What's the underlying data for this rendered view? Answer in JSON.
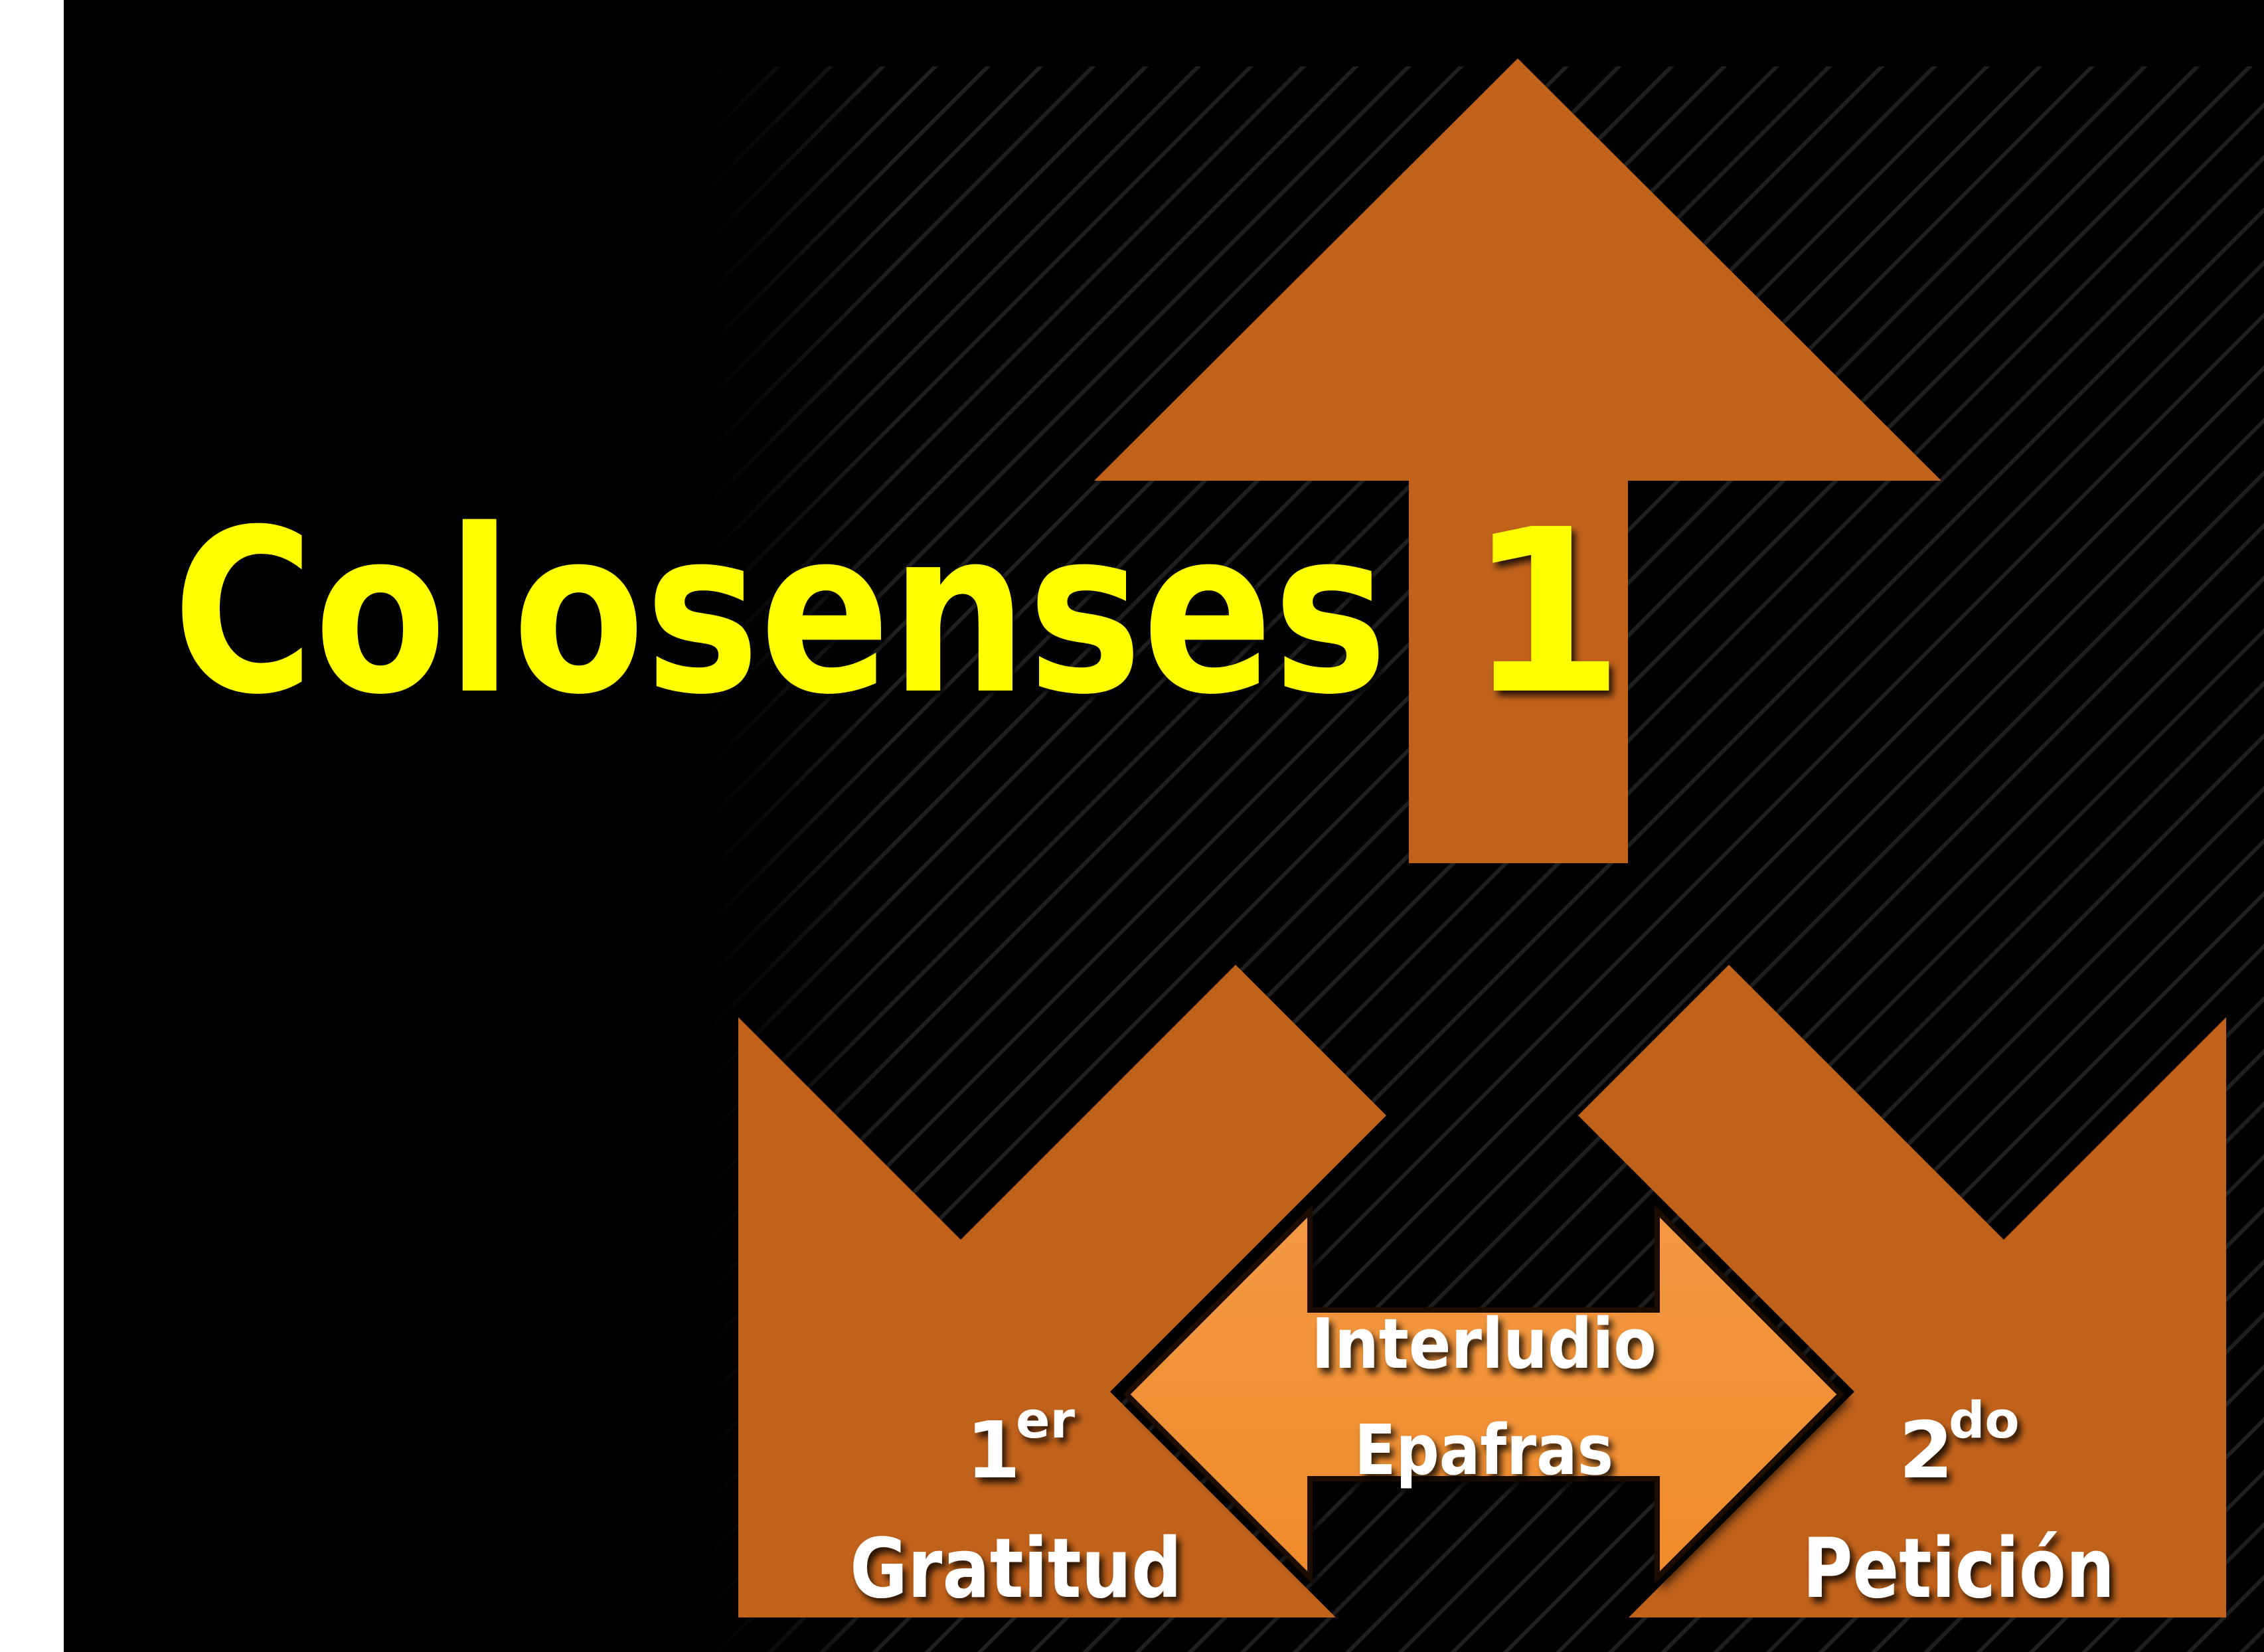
{
  "title": {
    "word": "Colosenses",
    "number": "1"
  },
  "left_label": {
    "ordinal_number": "1",
    "ordinal_suffix": "er",
    "text": "Gratitud"
  },
  "center_label": {
    "line1": "Interludio",
    "line2": "Epafras"
  },
  "right_label": {
    "ordinal_number": "2",
    "ordinal_suffix": "do",
    "text": "Petición"
  },
  "colors": {
    "background": "#000000",
    "arrow": "#c1621b",
    "double_arrow": "#f2933a",
    "title": "#ffff00",
    "label": "#ffffff"
  }
}
